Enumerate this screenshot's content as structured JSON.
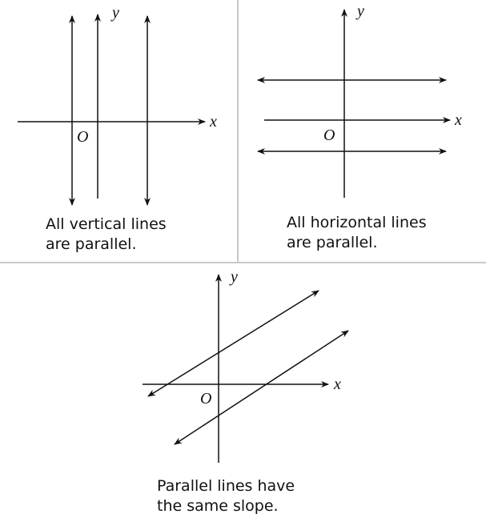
{
  "panels": [
    {
      "caption_line1": "All vertical lines",
      "caption_line2": "are parallel.",
      "x_label": "x",
      "y_label": "y",
      "origin_label": "O"
    },
    {
      "caption_line1": "All horizontal lines",
      "caption_line2": "are parallel.",
      "x_label": "x",
      "y_label": "y",
      "origin_label": "O"
    },
    {
      "caption_line1": "Parallel lines have",
      "caption_line2": "the same slope.",
      "x_label": "x",
      "y_label": "y",
      "origin_label": "O"
    }
  ],
  "colors": {
    "divider": "#c8c8c8",
    "ink": "#111111"
  }
}
